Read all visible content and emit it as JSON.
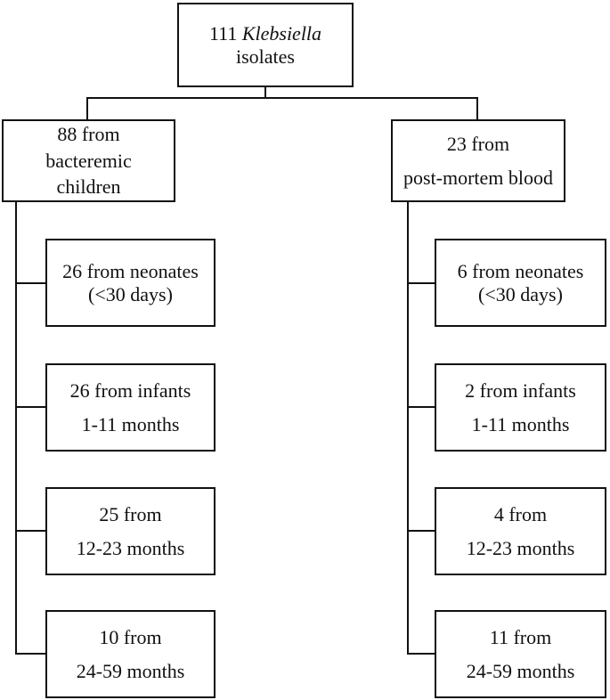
{
  "title_box": {
    "count_prefix": "111 ",
    "italic_word": "Klebsiella",
    "line2": "isolates"
  },
  "branches": {
    "left": {
      "box": {
        "line1": "88 from",
        "line2": "bacteremic",
        "line3": "children"
      },
      "children": [
        {
          "line1": "26 from neonates",
          "line2": "(<30 days)"
        },
        {
          "line1": "26 from infants",
          "line2": "1-11 months"
        },
        {
          "line1": "25 from",
          "line2": "12-23 months"
        },
        {
          "line1": "10 from",
          "line2": "24-59 months"
        }
      ]
    },
    "right": {
      "box": {
        "line1": "23 from",
        "line2": "post-mortem blood"
      },
      "children": [
        {
          "line1": "6 from neonates",
          "line2": "(<30 days)"
        },
        {
          "line1": "2 from infants",
          "line2": "1-11 months"
        },
        {
          "line1": "4 from",
          "line2": "12-23 months"
        },
        {
          "line1": "11 from",
          "line2": "24-59 months"
        }
      ]
    }
  },
  "colors": {
    "background": "#ffffff",
    "line": "#111111",
    "text": "#111111"
  }
}
